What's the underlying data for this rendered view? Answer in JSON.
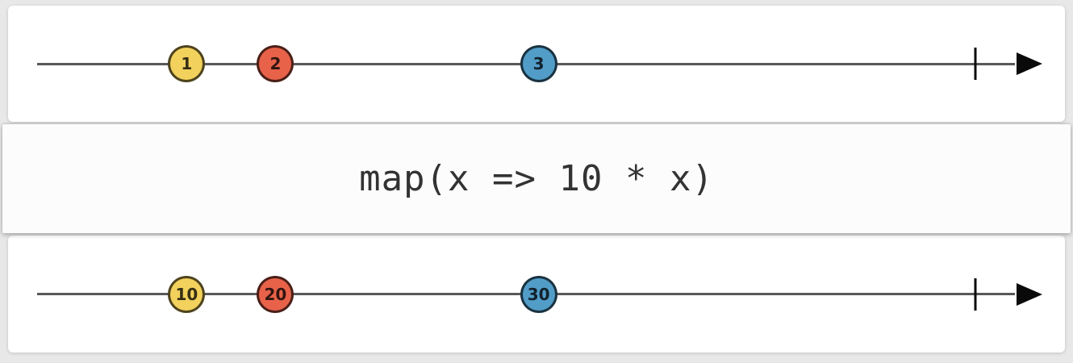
{
  "operator": {
    "label": "map(x => 10 * x)"
  },
  "input_stream": {
    "interactable": true,
    "marbles": [
      {
        "value": "1",
        "color": "#f2d15c",
        "x_pct": 16.9
      },
      {
        "value": "2",
        "color": "#e8624a",
        "x_pct": 25.3
      },
      {
        "value": "3",
        "color": "#529dc8",
        "x_pct": 50.2
      }
    ],
    "complete_x_pct": 91.5
  },
  "output_stream": {
    "interactable": false,
    "marbles": [
      {
        "value": "10",
        "color": "#f2d15c",
        "x_pct": 16.9
      },
      {
        "value": "20",
        "color": "#e8624a",
        "x_pct": 25.3
      },
      {
        "value": "30",
        "color": "#529dc8",
        "x_pct": 50.2
      }
    ],
    "complete_x_pct": 91.5
  },
  "colors": {
    "page_background": "#e8e8e8",
    "card_background": "#ffffff",
    "operator_box_background": "#fcfcfc",
    "timeline": "#585858",
    "terminal_marks": "#0a0a0a",
    "marble_yellow": "#f2d15c",
    "marble_red": "#e8624a",
    "marble_blue": "#529dc8"
  }
}
